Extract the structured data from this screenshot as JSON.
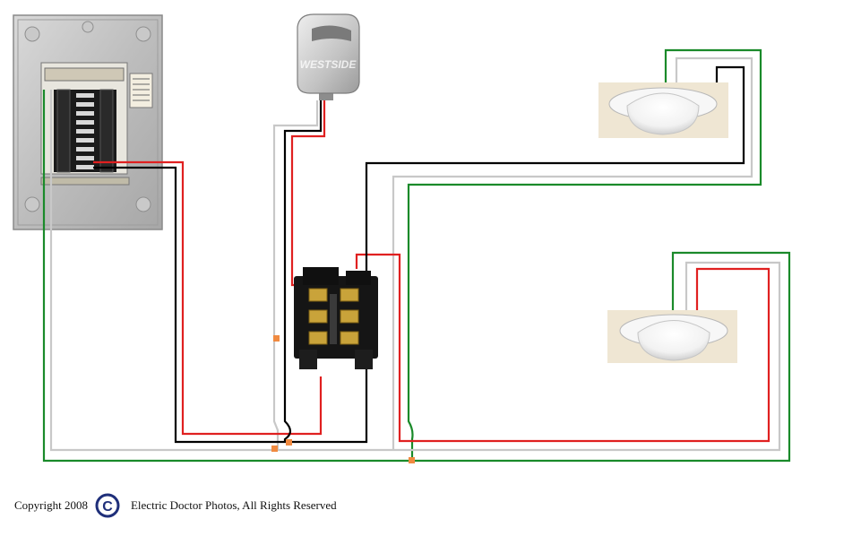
{
  "diagram": {
    "photocell_label": "WESTSIDE",
    "wire_colors": {
      "hot": "#e02020",
      "neutral": "#c8c8c8",
      "black": "#000000",
      "ground": "#1a8a2a",
      "wire_nut": "#f08a40"
    },
    "components": [
      {
        "name": "breaker-panel",
        "depicts": "electrical service panel"
      },
      {
        "name": "photocell",
        "depicts": "photo control sensor"
      },
      {
        "name": "contactor",
        "depicts": "lighting contactor"
      },
      {
        "name": "light-fixture-top",
        "depicts": "recessed light"
      },
      {
        "name": "light-fixture-bottom",
        "depicts": "recessed light"
      }
    ]
  },
  "footer": {
    "copyright_text": "Copyright 2008",
    "copyright_symbol": "C",
    "owner_text": "Electric Doctor Photos,  All Rights Reserved"
  }
}
